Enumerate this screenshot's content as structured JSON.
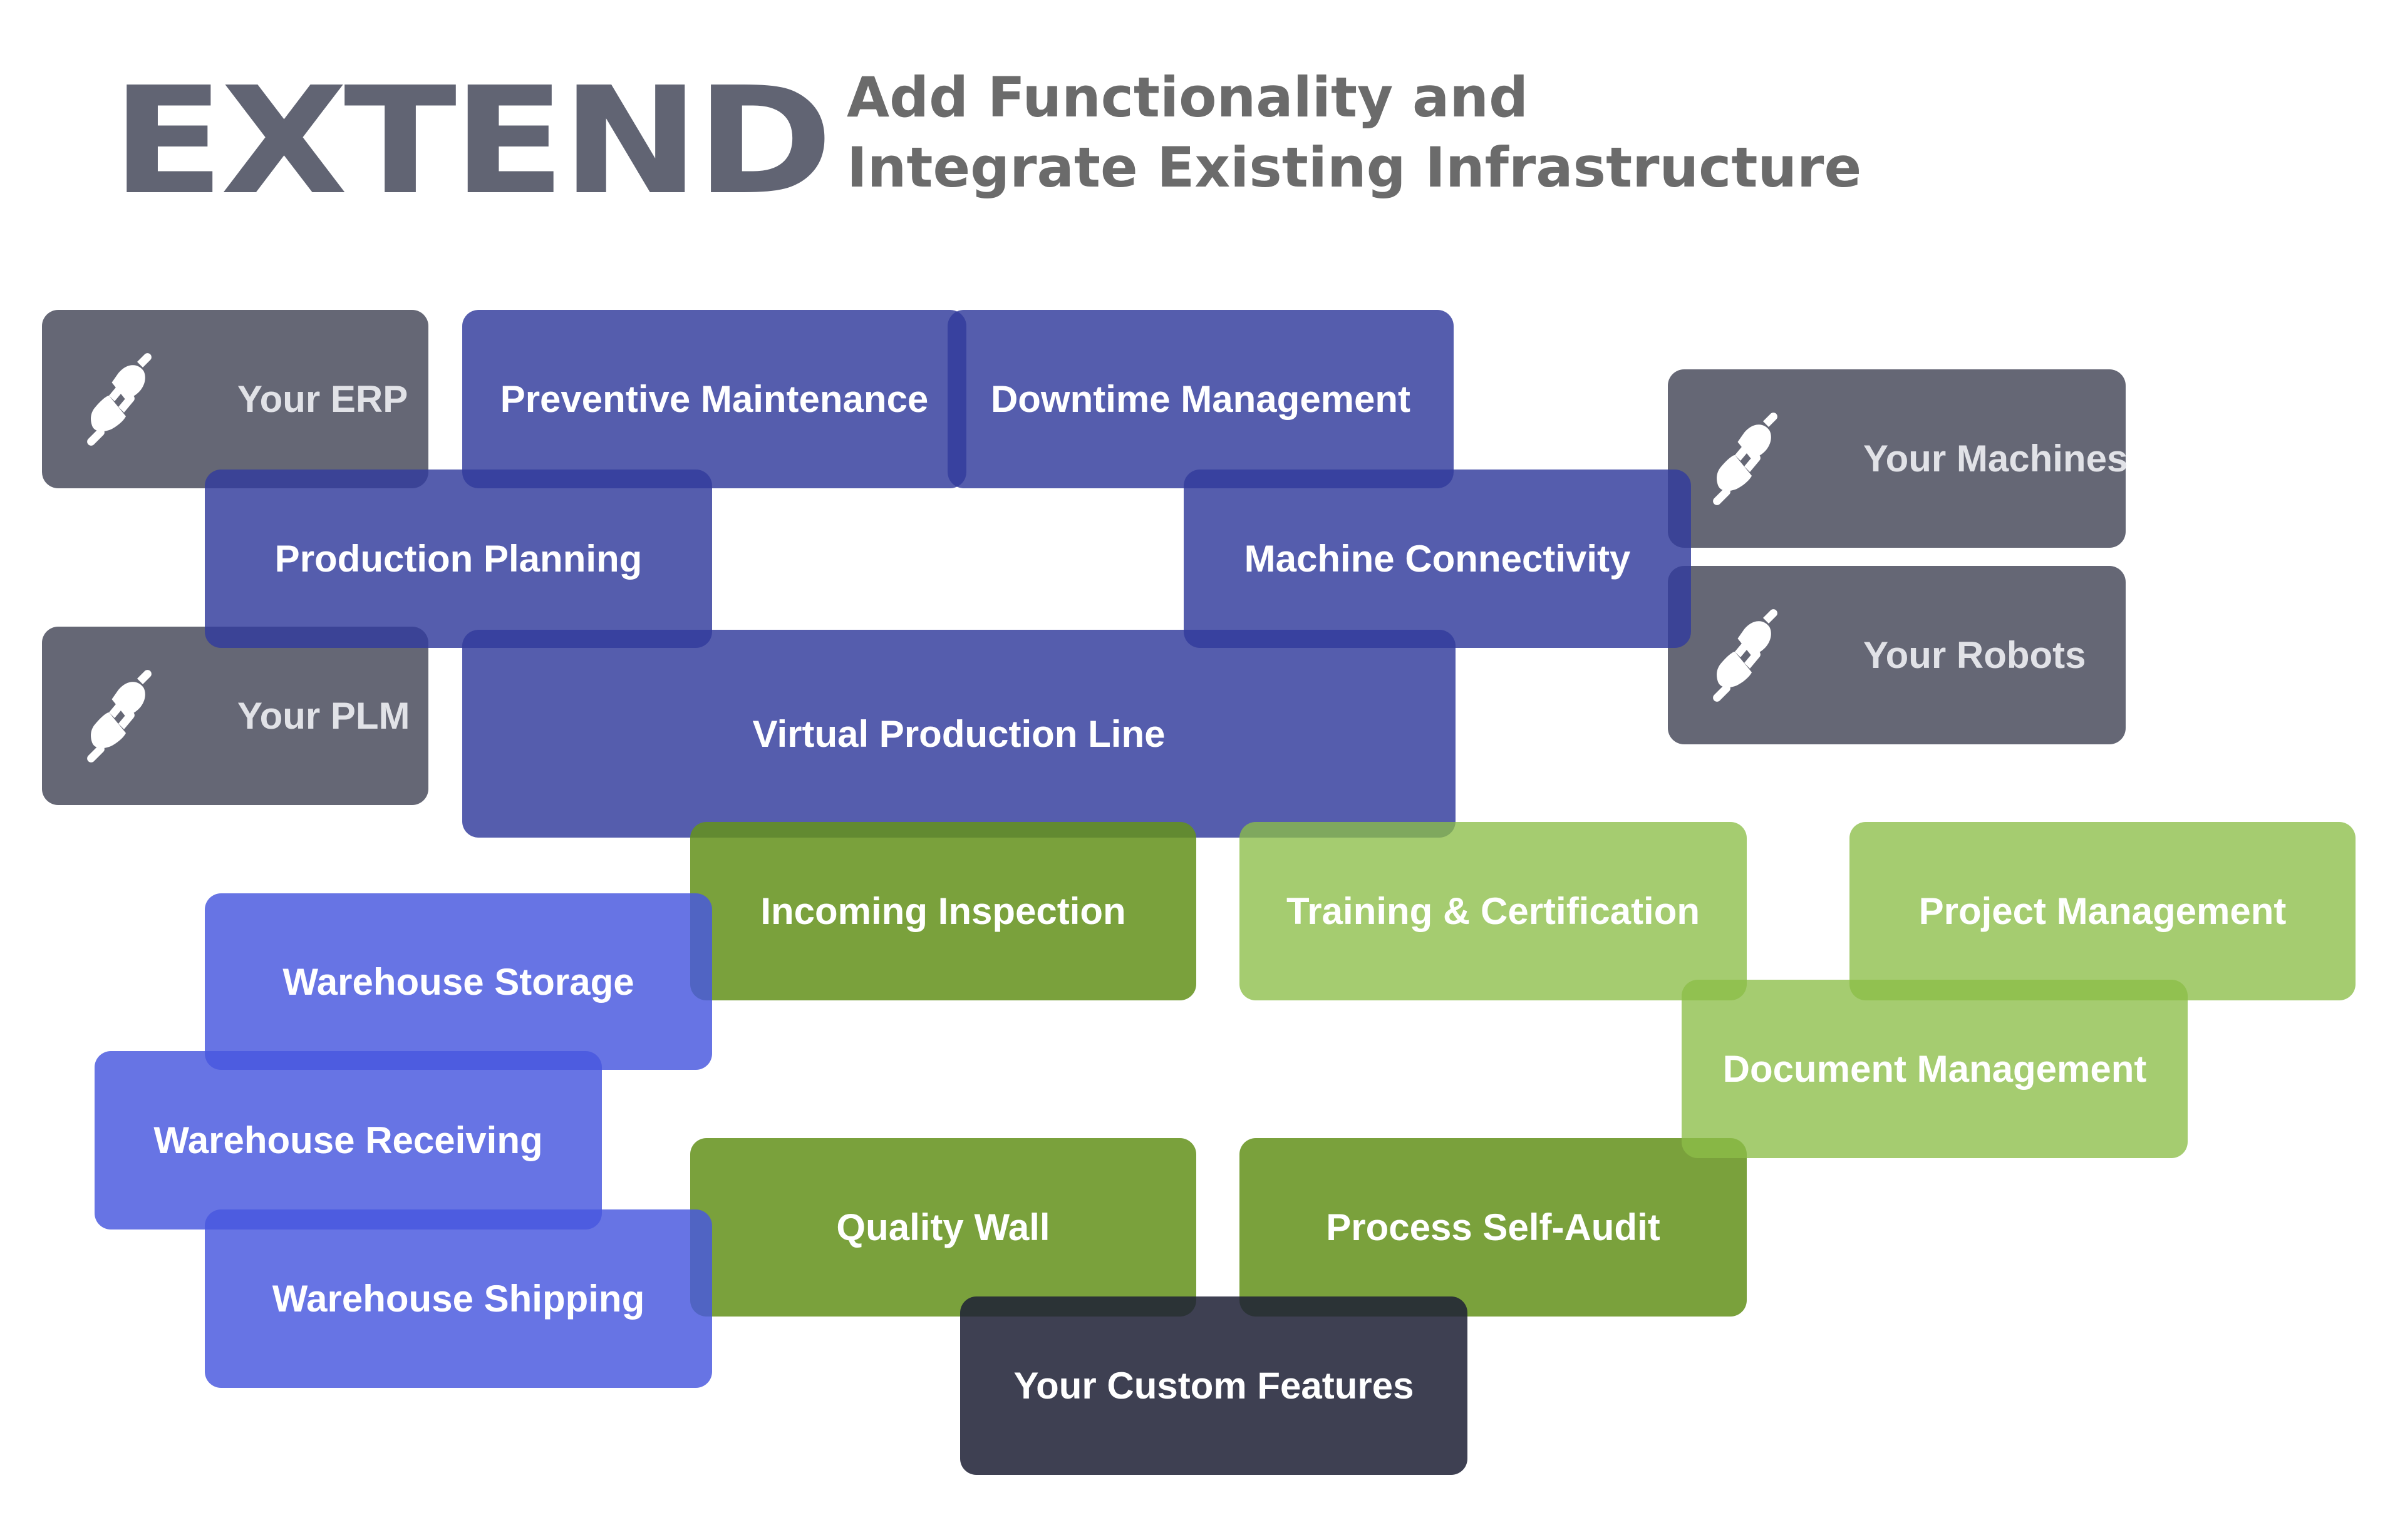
{
  "header": {
    "title": "EXTEND",
    "subtitle_line1": "Add Functionality and",
    "subtitle_line2": "Integrate Existing Infrastructure"
  },
  "colors": {
    "integration_gray": "#636574",
    "core_indigo": "#5560ac",
    "warehouse_blue": "#6775e3",
    "quality_green": "#7aa43c",
    "management_green": "#a7cc6f",
    "custom_dark": "#3b3e50"
  },
  "integrations": [
    {
      "label": "Your ERP",
      "icon": "plug-icon"
    },
    {
      "label": "Your PLM",
      "icon": "plug-icon"
    },
    {
      "label": "Your Machines",
      "icon": "plug-icon"
    },
    {
      "label": "Your Robots",
      "icon": "plug-icon"
    }
  ],
  "core_modules": [
    {
      "label": "Preventive Maintenance"
    },
    {
      "label": "Downtime Management"
    },
    {
      "label": "Production Planning"
    },
    {
      "label": "Machine Connectivity"
    },
    {
      "label": "Virtual Production Line"
    }
  ],
  "warehouse_modules": [
    {
      "label": "Warehouse Storage"
    },
    {
      "label": "Warehouse Receiving"
    },
    {
      "label": "Warehouse Shipping"
    }
  ],
  "quality_modules": [
    {
      "label": "Incoming Inspection"
    },
    {
      "label": "Quality Wall"
    },
    {
      "label": "Process Self-Audit"
    }
  ],
  "management_modules": [
    {
      "label": "Training & Certification"
    },
    {
      "label": "Project Management"
    },
    {
      "label": "Document Management"
    }
  ],
  "custom": {
    "label": "Your Custom Features"
  }
}
